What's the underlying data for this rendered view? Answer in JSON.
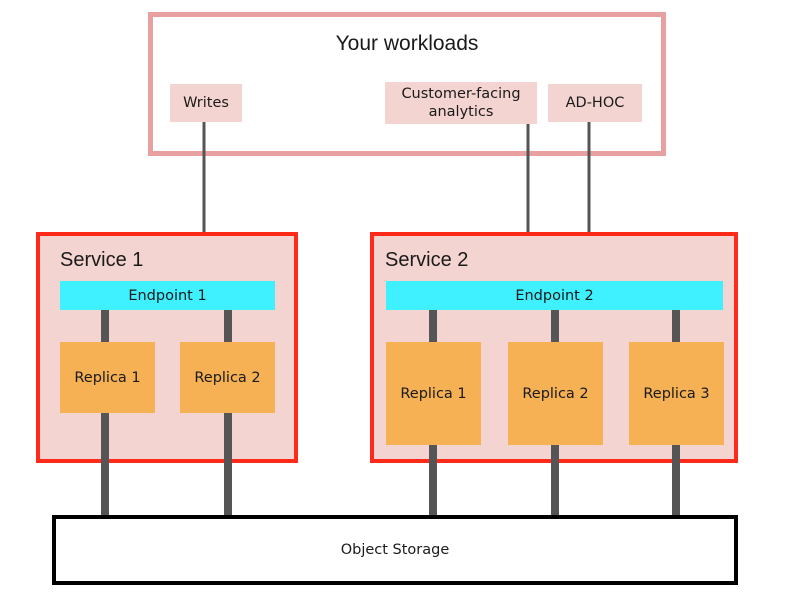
{
  "workloads": {
    "title": "Your workloads",
    "chips": [
      {
        "id": "writes",
        "label": "Writes"
      },
      {
        "id": "analytics",
        "label": "Customer-facing\nanalytics"
      },
      {
        "id": "adhoc",
        "label": "AD-HOC"
      }
    ]
  },
  "services": [
    {
      "id": "service-1",
      "title": "Service 1",
      "endpoint": "Endpoint 1",
      "replicas": [
        "Replica 1",
        "Replica 2"
      ]
    },
    {
      "id": "service-2",
      "title": "Service 2",
      "endpoint": "Endpoint 2",
      "replicas": [
        "Replica 1",
        "Replica 2",
        "Replica 3"
      ]
    }
  ],
  "storage": {
    "label": "Object Storage"
  },
  "colors": {
    "workload_border": "#e8a0a0",
    "chip_fill": "#f4d4d0",
    "service_fill": "#f4d4d0",
    "service_border": "#ff2a1a",
    "endpoint_fill": "#3ff0ff",
    "replica_fill": "#f5b153",
    "connector": "#555555",
    "storage_border": "#000000",
    "text": "#1a1a1a"
  },
  "flows": [
    {
      "from": "writes",
      "to": "endpoint-1"
    },
    {
      "from": "analytics",
      "to": "endpoint-2"
    },
    {
      "from": "adhoc",
      "to": "endpoint-2"
    }
  ]
}
